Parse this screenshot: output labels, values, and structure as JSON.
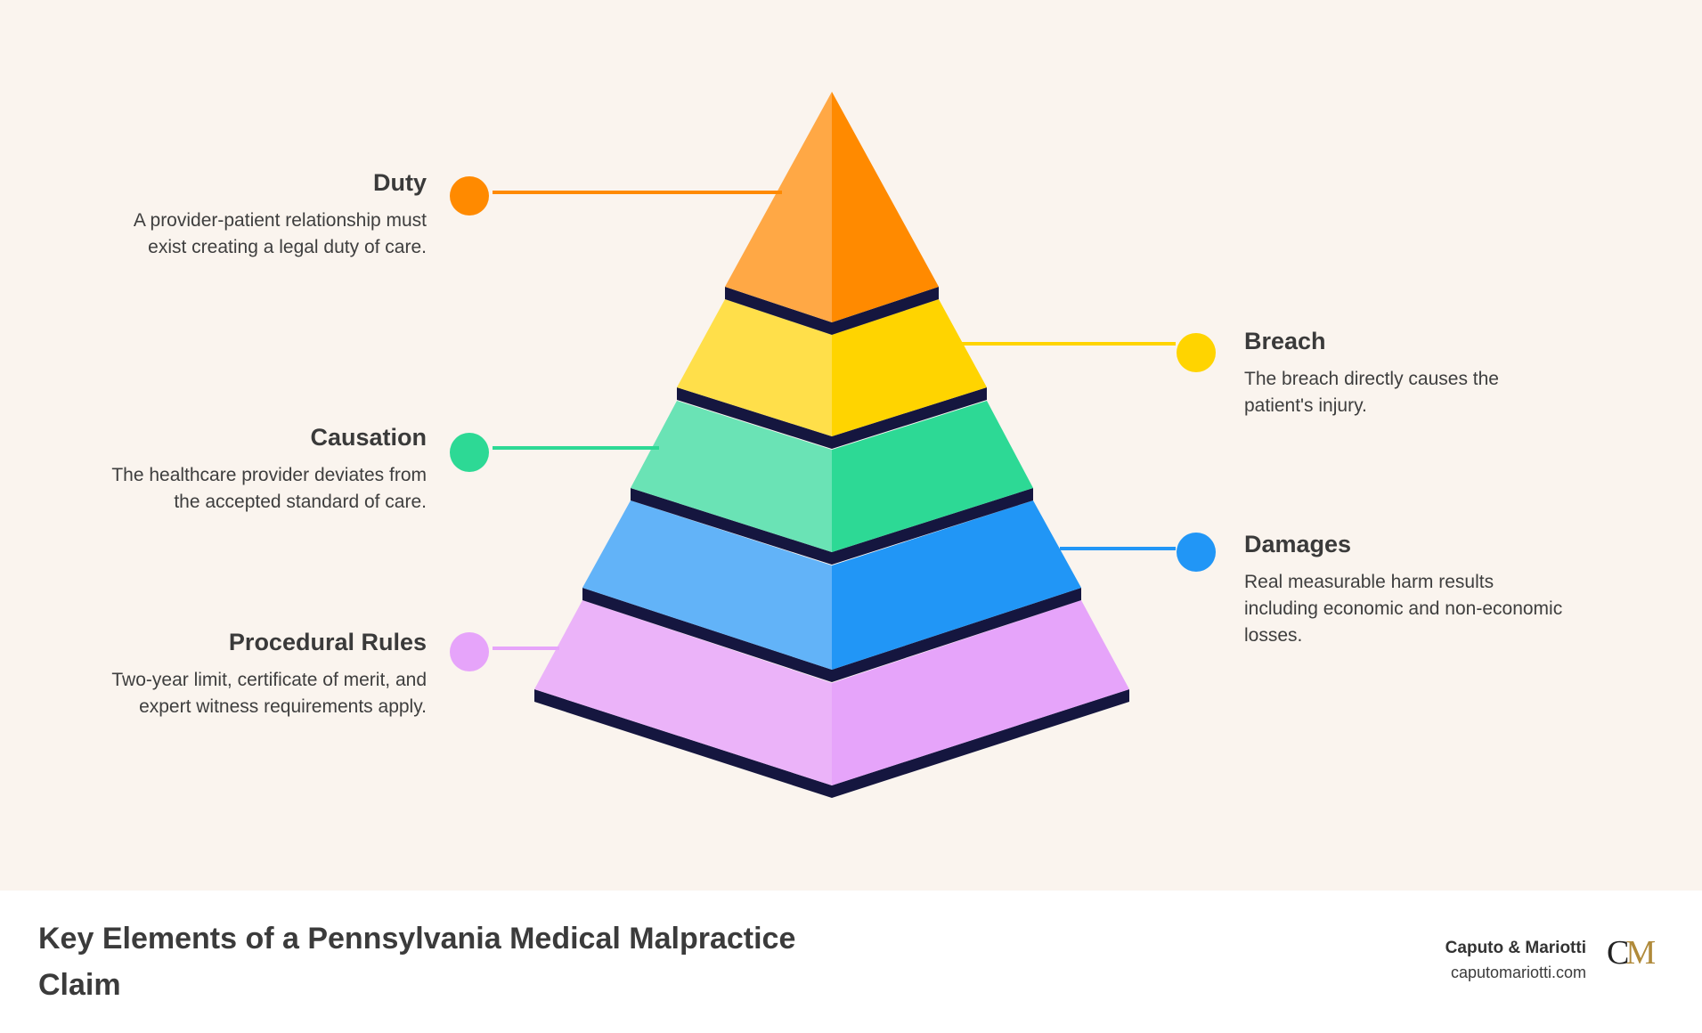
{
  "title": "Key Elements of a Pennsylvania Medical Malpractice Claim",
  "brand": {
    "name": "Caputo & Mariotti",
    "url": "caputomariotti.com",
    "logo_text": "CM"
  },
  "colors": {
    "background": "#faf4ee",
    "footer_bg": "#ffffff",
    "band_shadow": "#15163f",
    "duty": "#ff8a00",
    "breach": "#ffd400",
    "causation": "#2dd995",
    "damages": "#2196f6",
    "procedural": "#e6a4fa"
  },
  "pyramid": {
    "levels": [
      {
        "key": "duty",
        "title": "Duty",
        "description": "A provider-patient relationship must exist creating a legal duty of care.",
        "side": "left",
        "color": "#ff8a00",
        "light": "#ffa845"
      },
      {
        "key": "breach",
        "title": "Breach",
        "description": "The breach directly causes the patient's injury.",
        "side": "right",
        "color": "#ffd400",
        "light": "#ffdf4a"
      },
      {
        "key": "causation",
        "title": "Causation",
        "description": "The healthcare provider deviates from the accepted standard of care.",
        "side": "left",
        "color": "#2dd995",
        "light": "#6ae3b5"
      },
      {
        "key": "damages",
        "title": "Damages",
        "description": "Real measurable harm results including economic and non-economic losses.",
        "side": "right",
        "color": "#2196f6",
        "light": "#62b3f8"
      },
      {
        "key": "procedural",
        "title": "Procedural Rules",
        "description": "Two-year limit, certificate of merit, and expert witness requirements apply.",
        "side": "left",
        "color": "#e6a4fa",
        "light": "#ebb3f9"
      }
    ]
  }
}
